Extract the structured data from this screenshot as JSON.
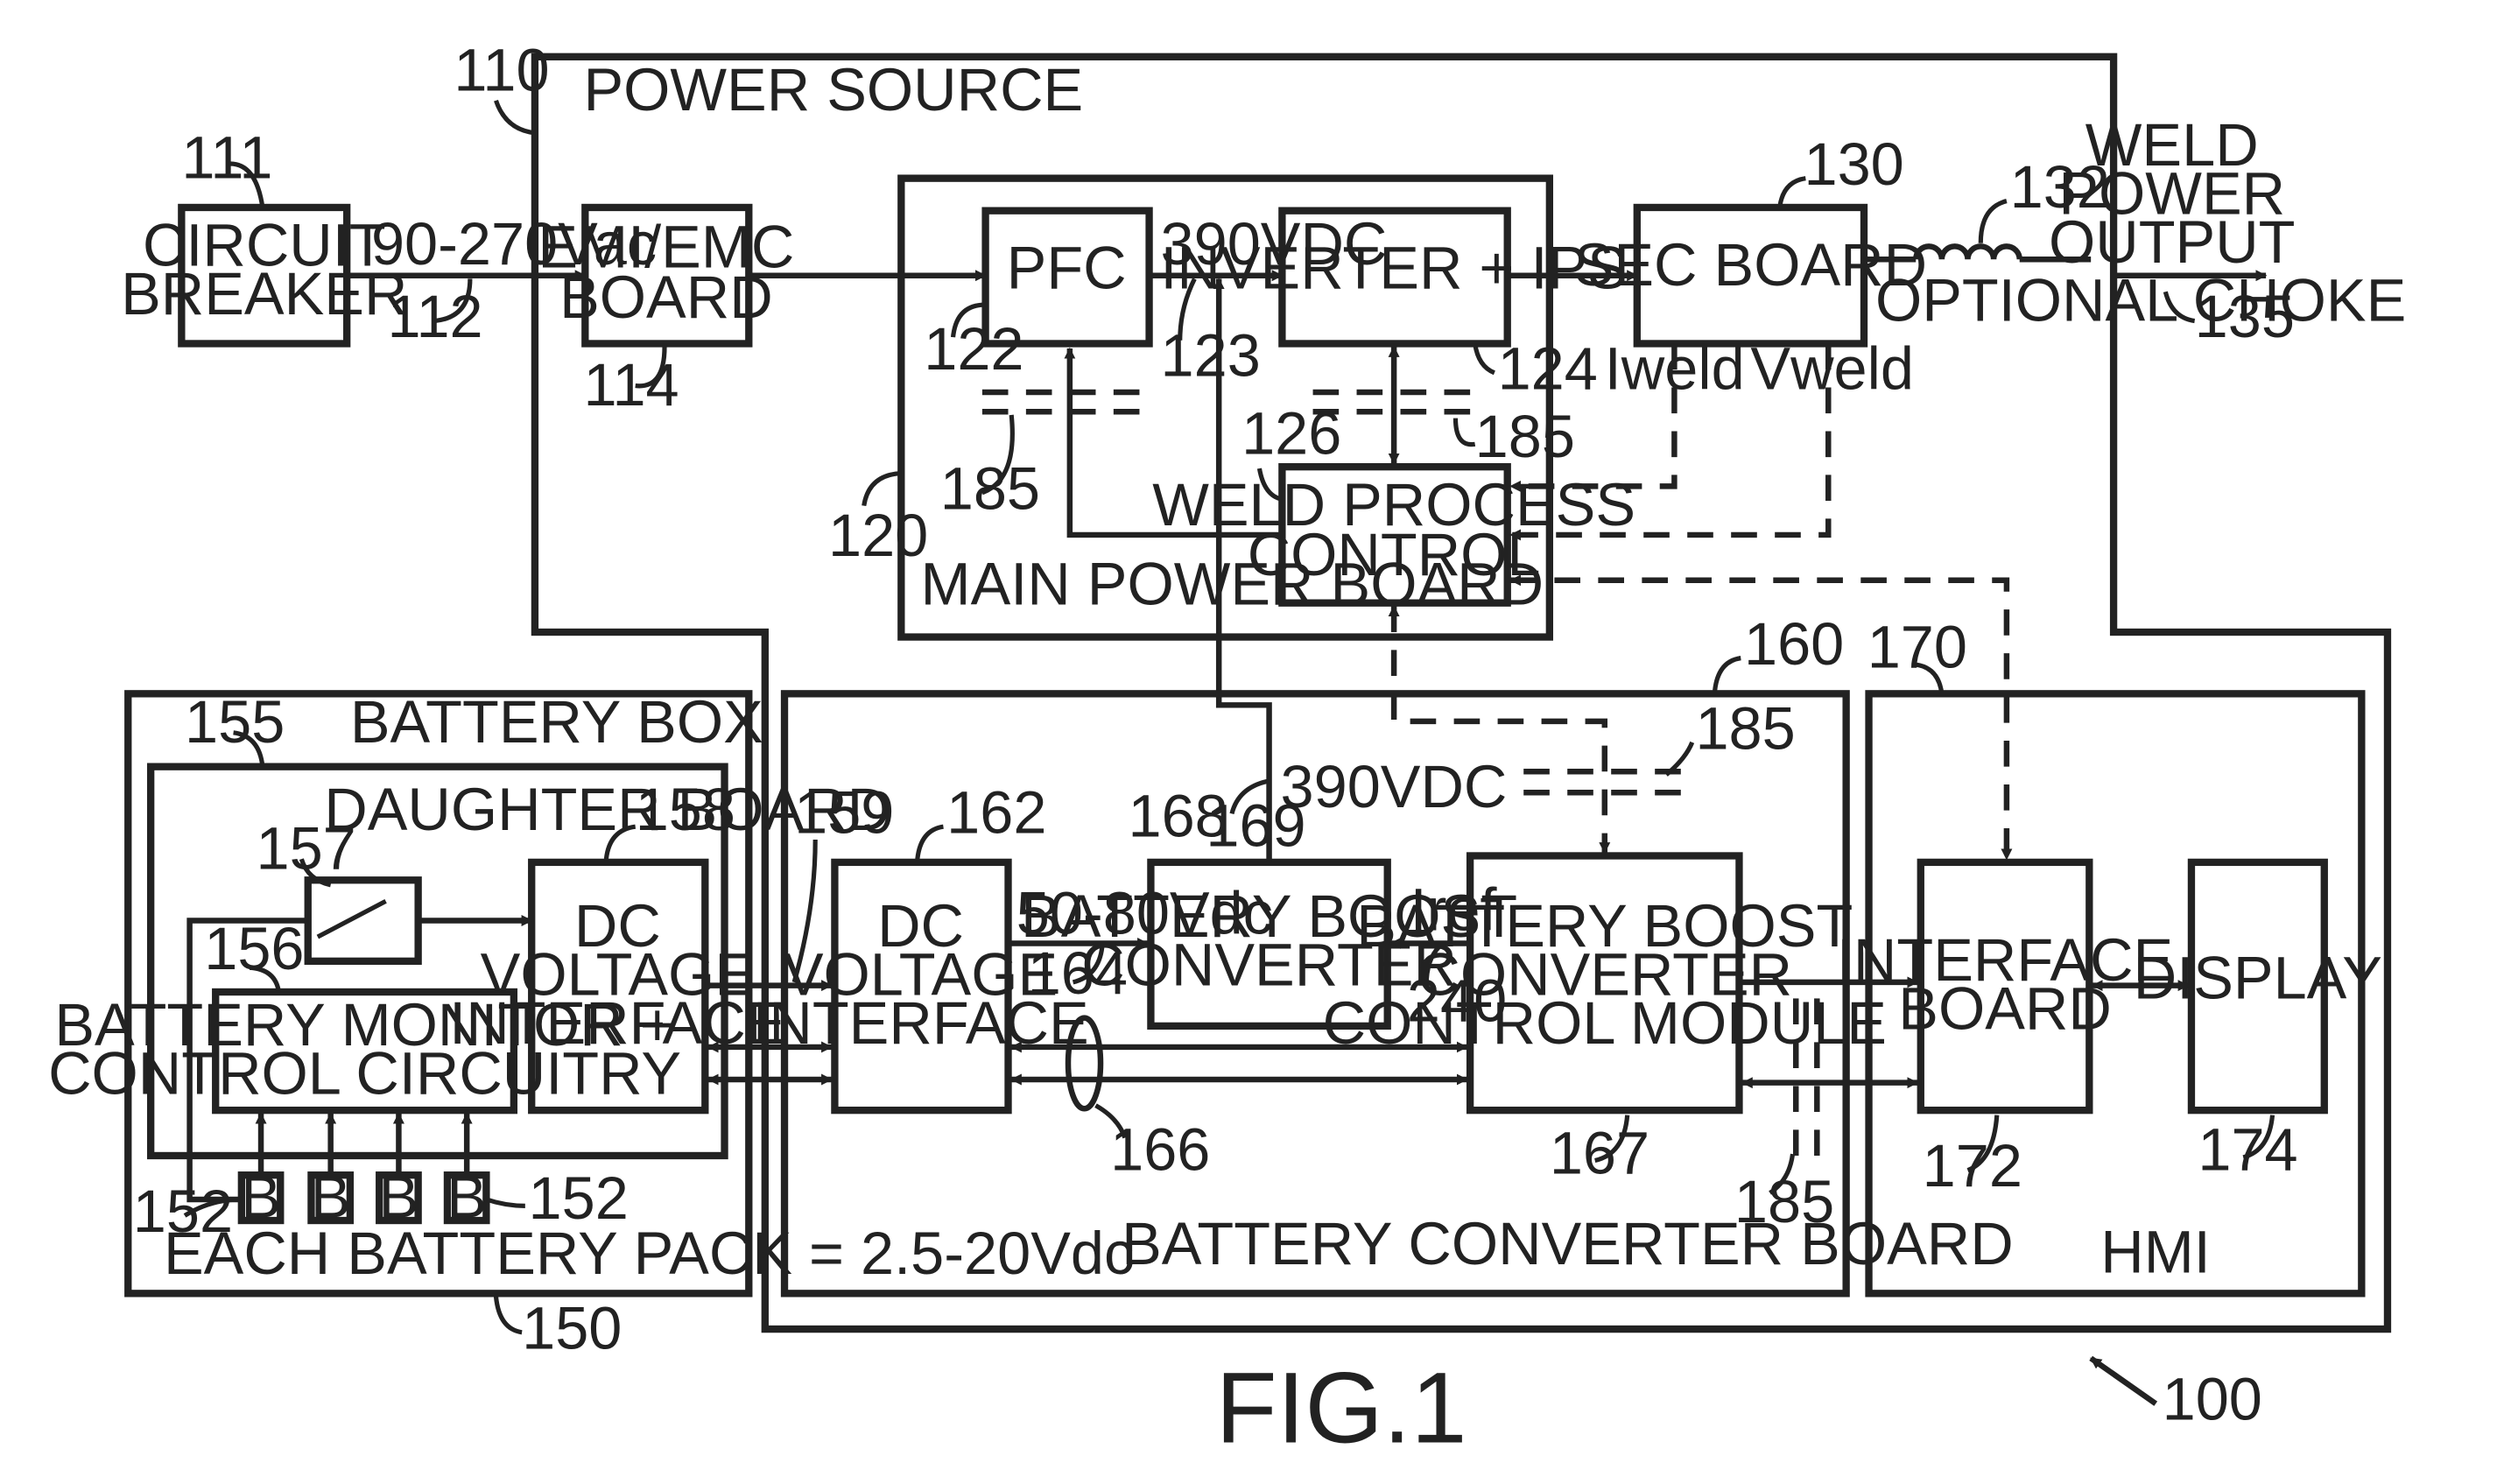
{
  "labels": {
    "power_source": "POWER SOURCE",
    "circuit_breaker": [
      "CIRCUIT",
      "BREAKER"
    ],
    "ac_range": "90-270Vac",
    "emi_board": [
      "EMI/EMC",
      "BOARD"
    ],
    "pfc": "PFC",
    "dc_390": "390VDC",
    "inverter": "INVERTER + IPS",
    "sec_board": "SEC BOARD",
    "optional_choke": "OPTIONAL CHOKE",
    "weld_output": [
      "WELD",
      "POWER",
      "OUTPUT"
    ],
    "iweld": "Iweld",
    "vweld": "Vweld",
    "weld_process_control": [
      "WELD PROCESS",
      "CONTROL"
    ],
    "main_power_board": "MAIN POWER BOARD",
    "battery_box": "BATTERY BOX",
    "daughter_board": "DAUGHTER BOARD",
    "dc_voltage_interface_left": [
      "DC",
      "VOLTAGE",
      "INTERFACE"
    ],
    "battery_monitor": [
      "BATTERY MONITOR +",
      "CONTROL CIRCUITRY"
    ],
    "battery_cell": "B",
    "battery_pack_note": "EACH BATTERY PACK = 2.5-20Vdc",
    "dc_voltage_interface_right": [
      "DC",
      "VOLTAGE",
      "INTERFACE"
    ],
    "dc_50_80": "50-80Vdc",
    "battery_boost_converter": [
      "BATTERY BOOST",
      "CONVERTER"
    ],
    "iref": "Iref",
    "boost_control_module": [
      "BATTERY BOOST",
      "CONVERTER",
      "CONTROL MODULE"
    ],
    "battery_converter_board": "BATTERY CONVERTER BOARD",
    "interface_board": [
      "INTERFACE",
      "BOARD"
    ],
    "display": "DISPLAY",
    "hmi": "HMI",
    "figure": "FIG.1"
  },
  "refs": {
    "r100": "100",
    "r110": "110",
    "r111": "111",
    "r112": "112",
    "r114": "114",
    "r120": "120",
    "r122": "122",
    "r123": "123",
    "r124": "124",
    "r126": "126",
    "r130": "130",
    "r132": "132",
    "r135": "135",
    "r150": "150",
    "r152": "152",
    "r155": "155",
    "r156": "156",
    "r157": "157",
    "r158": "158",
    "r159": "159",
    "r160": "160",
    "r162": "162",
    "r164": "164",
    "r166": "166",
    "r167": "167",
    "r168": "168",
    "r169": "169",
    "r170": "170",
    "r172": "172",
    "r174": "174",
    "r185": "185",
    "r240": "240"
  }
}
